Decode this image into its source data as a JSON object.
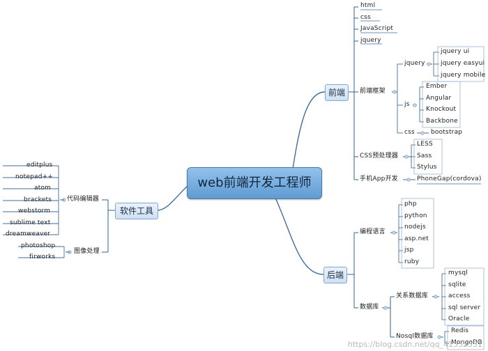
{
  "root": "web前端开发工程师",
  "frontend": {
    "label": "前端",
    "basics": [
      "html",
      "css",
      "JavaScript",
      "jquery"
    ],
    "frameworks": {
      "label": "前端框架",
      "jquery": {
        "label": "jquery",
        "items": [
          "jquery ui",
          "jquery easyui",
          "jquery mobile"
        ]
      },
      "js": {
        "label": "js",
        "items": [
          "Ember",
          "Angular",
          "Knockout",
          "Backbone"
        ]
      },
      "css": {
        "label": "css",
        "items": [
          "bootstrap"
        ]
      }
    },
    "preprocessors": {
      "label": "CSS预处理器",
      "items": [
        "LESS",
        "Sass",
        "Stylus"
      ]
    },
    "mobile": {
      "label": "手机App开发",
      "items": [
        "PhoneGap(cordova)"
      ]
    }
  },
  "backend": {
    "label": "后端",
    "languages": {
      "label": "编程语言",
      "items": [
        "php",
        "python",
        "nodejs",
        "asp.net",
        "jsp",
        "ruby"
      ]
    },
    "databases": {
      "label": "数据库",
      "relational": {
        "label": "关系数据库",
        "items": [
          "mysql",
          "sqlite",
          "access",
          "sql server",
          "Oracle"
        ]
      },
      "nosql": {
        "label": "Nosql数据库",
        "items": [
          "Redis",
          "MongoDB"
        ]
      }
    }
  },
  "tools": {
    "label": "软件工具",
    "editors": {
      "label": "代码编辑器",
      "items": [
        "editplus",
        "notepad++",
        "atom",
        "brackets",
        "webstorm",
        "sublime text",
        "dreamweaver"
      ]
    },
    "image": {
      "label": "图像处理",
      "items": [
        "photoshop",
        "firworks"
      ]
    }
  },
  "watermark": "https://blog.csdn.net/qq_41552331",
  "colors": {
    "line": "#3f6e9c",
    "root_fill": "#7fb2e2",
    "node_fill": "#dbe8f6"
  }
}
